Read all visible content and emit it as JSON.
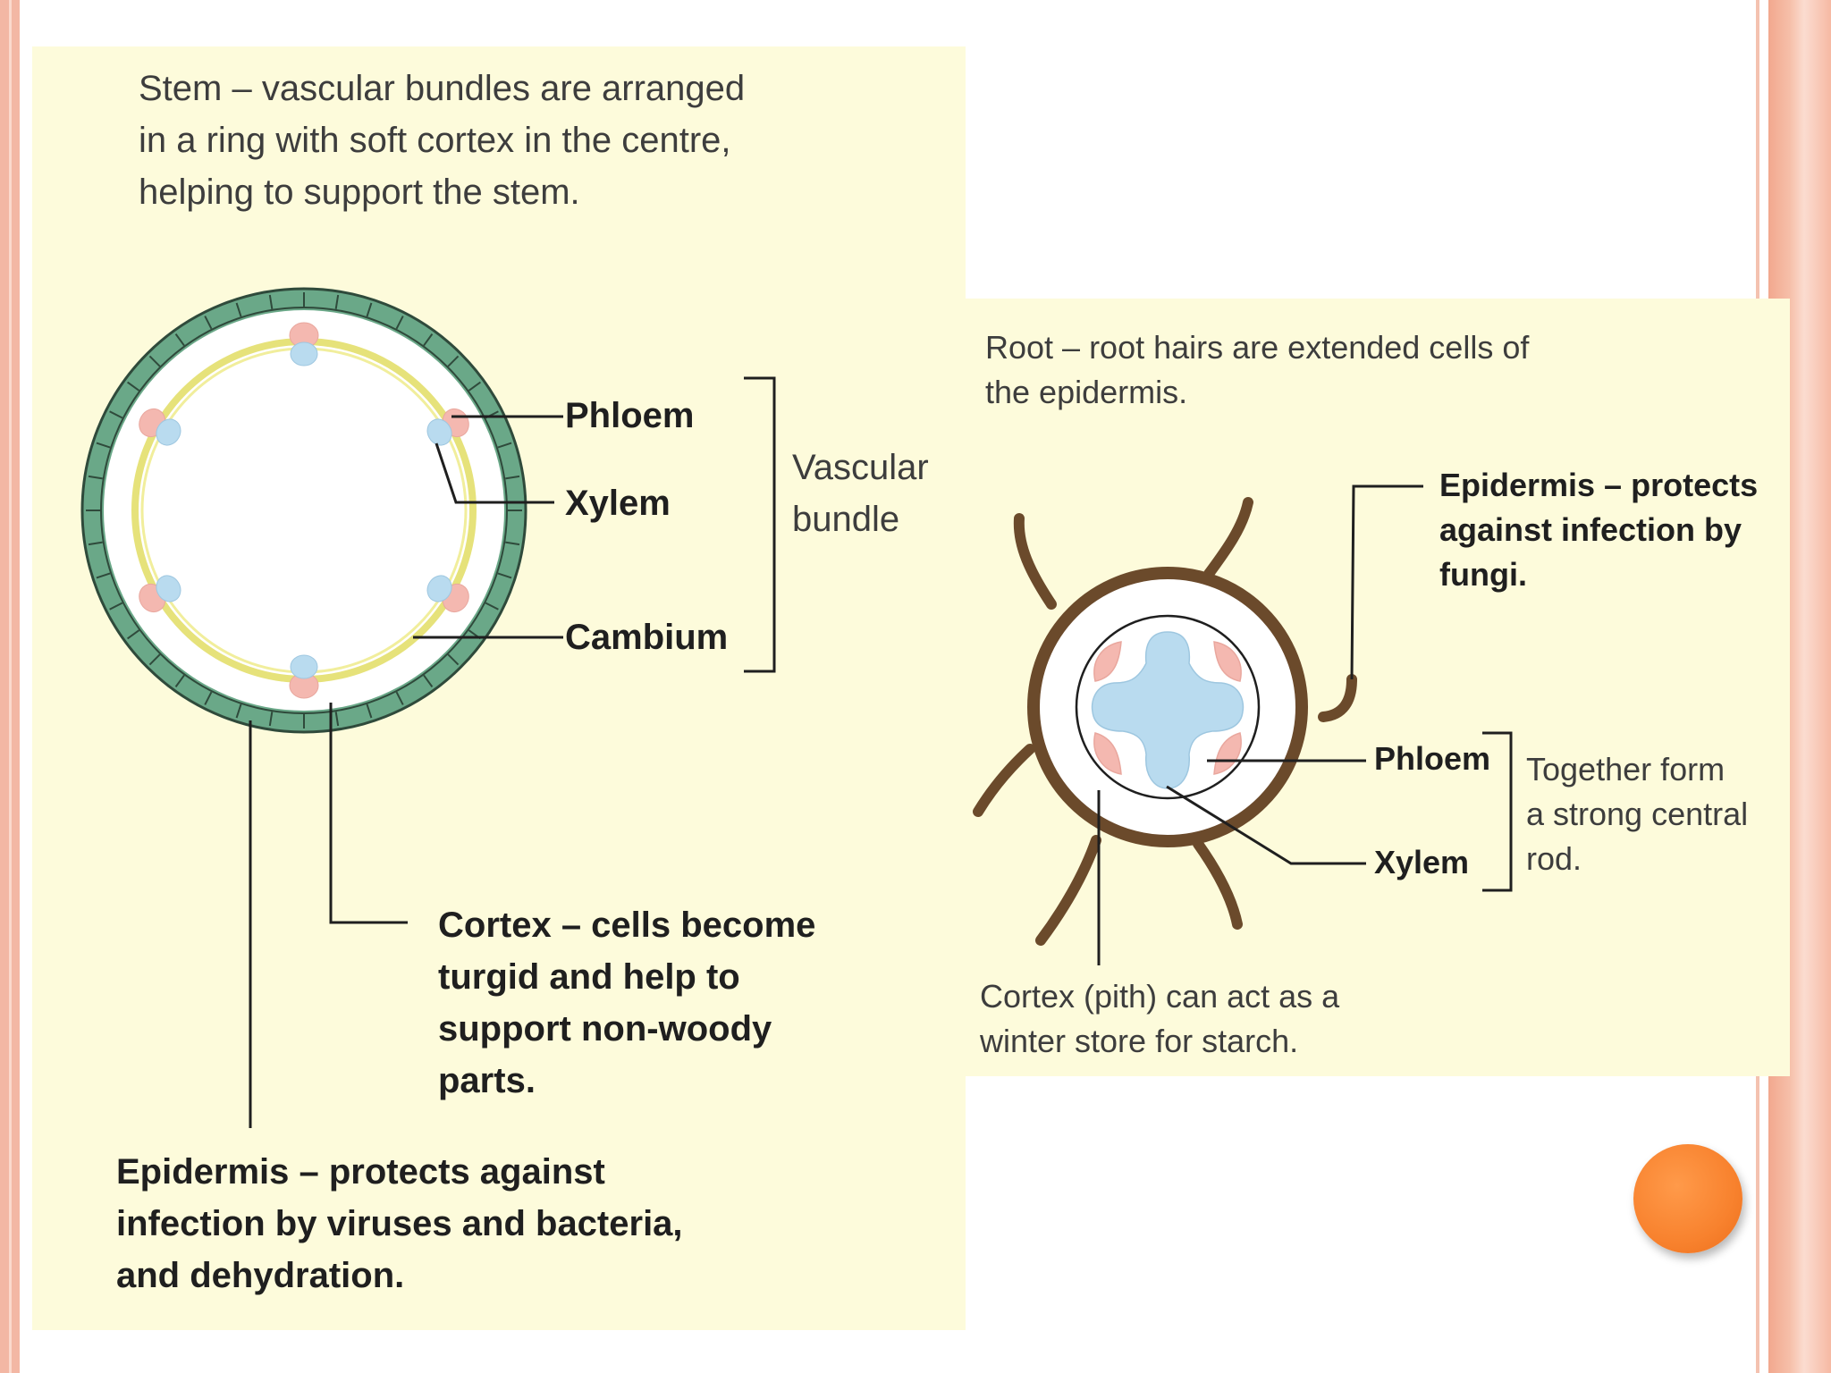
{
  "stem": {
    "caption": "Stem – vascular bundles are arranged\nin a ring with soft cortex in the centre,\nhelping to support the stem.",
    "labels": {
      "phloem": "Phloem",
      "xylem": "Xylem",
      "cambium": "Cambium",
      "vascular_bundle": "Vascular\nbundle",
      "cortex": "Cortex – cells become\nturgid and help to\nsupport non-woody\nparts.",
      "epidermis": "Epidermis – protects against\ninfection by viruses and bacteria,\nand dehydration."
    }
  },
  "root": {
    "caption": "Root – root hairs are extended cells of\nthe epidermis.",
    "labels": {
      "epidermis": "Epidermis – protects\nagainst infection by\nfungi.",
      "phloem": "Phloem",
      "xylem": "Xylem",
      "together": "Together form\na strong central\nrod.",
      "cortex": "Cortex (pith) can act as a\nwinter store for starch."
    }
  },
  "colors": {
    "panel_background": "#fdfbdb",
    "epidermis_green": "#6aa888",
    "ring_yellow": "#e6e27a",
    "phloem_pink": "#f4b8b0",
    "xylem_blue": "#b9dbef",
    "root_hair_brown": "#6b4a2b",
    "accent_orange": "#f8822e"
  }
}
